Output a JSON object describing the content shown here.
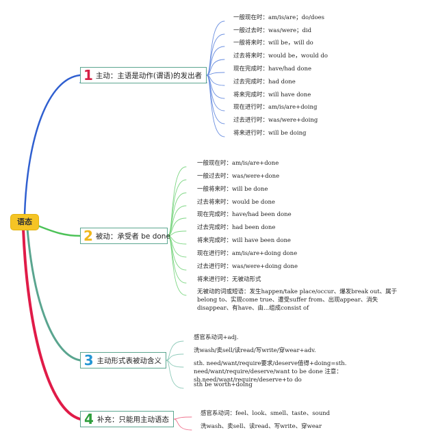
{
  "root": {
    "label": "语态"
  },
  "branches": [
    {
      "number": "1",
      "label": "主动：主语是动作(谓语)的发出者",
      "leaves": [
        "一般现在时：am/is/are；do/does",
        "一般过去时：was/were；did",
        "一般将来时：will be，will do",
        "过去将来时：would be，would do",
        "现在完成时：have/had done",
        "过去完成时：had done",
        "将来完成时：will have done",
        "现在进行时：am/is/are+doing",
        "过去进行时：was/were+doing",
        "将来进行时：will be doing"
      ]
    },
    {
      "number": "2",
      "label": "被动：承受者 be done",
      "leaves": [
        "一般现在时：am/is/are+done",
        "一般过去时：was/were+done",
        "一般将来时：will be done",
        "过去将来时：would be done",
        "现在完成时：have/had been done",
        "过去完成时：had been done",
        "将来完成时：will have been done",
        "现在进行时：am/is/are+doing done",
        "过去进行时：was/were+doing done",
        "将来进行时：无被动形式",
        "无被动的词或短语：发生happen/take place/occur、爆发break out、属于belong to、实现come true、遭受suffer from、出现appear、消失disappear、有have、由...组成consist of"
      ]
    },
    {
      "number": "3",
      "label": "主动形式表被动含义",
      "leaves": [
        "感官系动词+adj.",
        "洗wash/卖sell/读read/写write/穿wear+adv.",
        "sth. need/want/require要求/deserve值得+doing=sth. need/want/require/deserve/want to be done 注意：sb.need/want/require/deserve+to do",
        "sth be worth+doing"
      ]
    },
    {
      "number": "4",
      "label": "补充：只能用主动语态",
      "leaves": [
        "感官系动词：feel、look、smell、taste、sound",
        "洗wash、卖sell、读read、写write、穿wear"
      ]
    }
  ],
  "colors": {
    "branch1": "#2f5fd0",
    "branch2": "#4cc257",
    "branch3": "#5aa58f",
    "branch4": "#e01b48",
    "num1": "#d62246",
    "num2": "#f0b81a",
    "num3": "#2596d4",
    "num4": "#2e9e3c",
    "leaf1": "#6b8fe0",
    "leaf2": "#7dd683",
    "leaf3": "#8cc9b8",
    "leaf4": "#ef6f8b"
  }
}
